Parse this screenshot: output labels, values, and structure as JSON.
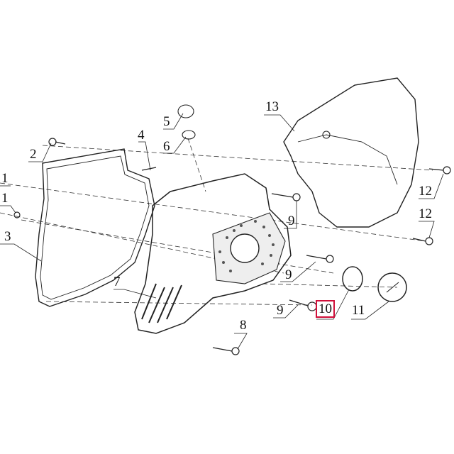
{
  "diagram": {
    "highlight_color": "#d0103a",
    "callouts": [
      {
        "id": "1a",
        "text": "1"
      },
      {
        "id": "1b",
        "text": "1"
      },
      {
        "id": "2",
        "text": "2"
      },
      {
        "id": "3",
        "text": "3"
      },
      {
        "id": "4",
        "text": "4"
      },
      {
        "id": "5",
        "text": "5"
      },
      {
        "id": "6",
        "text": "6"
      },
      {
        "id": "7",
        "text": "7"
      },
      {
        "id": "8",
        "text": "8"
      },
      {
        "id": "9a",
        "text": "9"
      },
      {
        "id": "9b",
        "text": "9"
      },
      {
        "id": "9c",
        "text": "9"
      },
      {
        "id": "10",
        "text": "10",
        "highlighted": true
      },
      {
        "id": "11",
        "text": "11"
      },
      {
        "id": "12a",
        "text": "12"
      },
      {
        "id": "12b",
        "text": "12"
      },
      {
        "id": "13",
        "text": "13"
      }
    ]
  }
}
